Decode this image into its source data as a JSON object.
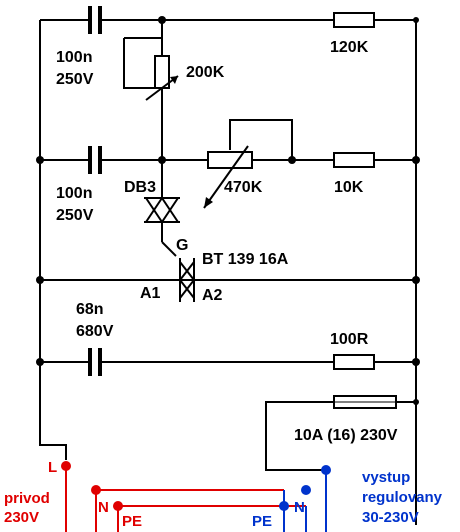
{
  "colors": {
    "wire": "#000000",
    "phase_red": "#e00000",
    "neutral_blue": "#0033cc"
  },
  "components": {
    "c1": {
      "value": "100n",
      "voltage": "250V"
    },
    "c2": {
      "value": "100n",
      "voltage": "250V"
    },
    "c3": {
      "value": "68n",
      "voltage": "680V"
    },
    "r1": {
      "value": "120K"
    },
    "r2": {
      "value": "10K"
    },
    "r3": {
      "value": "100R"
    },
    "pot1": {
      "value": "200K"
    },
    "pot2": {
      "value": "470K"
    },
    "diac": {
      "value": "DB3"
    },
    "triac": {
      "value": "BT 139 16A",
      "gate": "G",
      "a1": "A1",
      "a2": "A2"
    },
    "fuse": {
      "value": "10A (16) 230V"
    }
  },
  "terminals": {
    "input": {
      "line1": "privod",
      "line2": "230V",
      "L": "L",
      "N": "N",
      "PE": "PE"
    },
    "output": {
      "line1": "vystup",
      "line2": "regulovany",
      "line3": "30-230V",
      "N": "N",
      "PE": "PE"
    }
  }
}
